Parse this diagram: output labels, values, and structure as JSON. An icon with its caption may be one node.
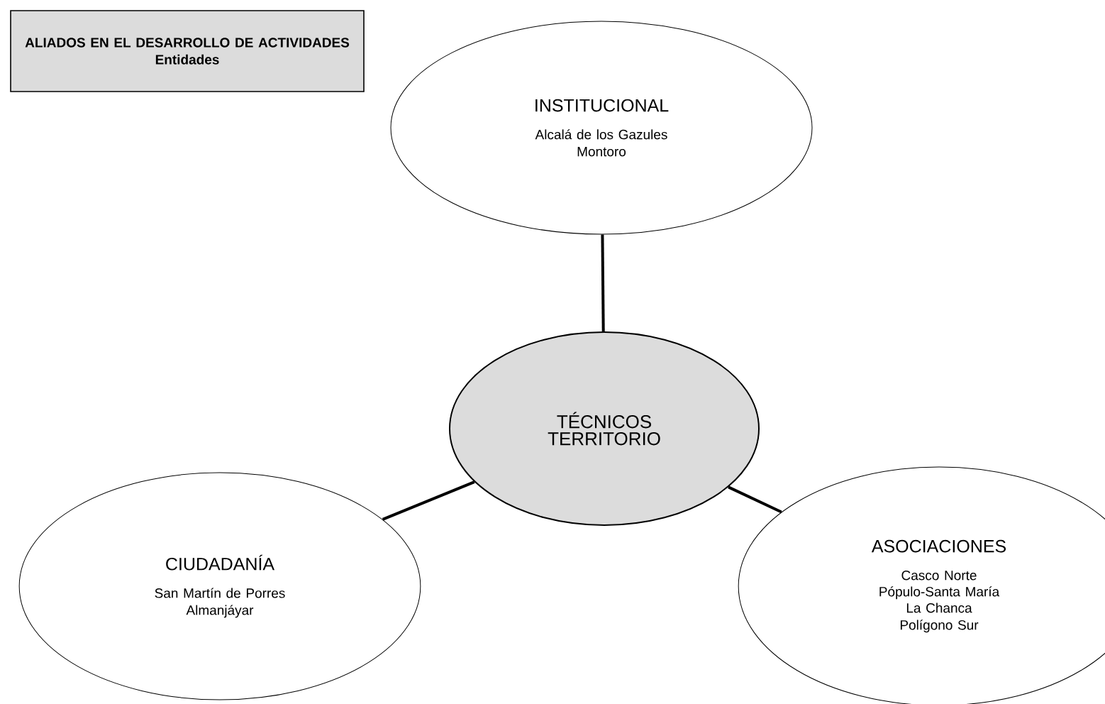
{
  "diagram": {
    "nodes": [
      {
        "text": [
          "ALIADOS EN EL DESARROLLO DE ACTIVIDADES",
          "Entidades"
        ]
      },
      {
        "text": [
          "INSTITUCIONAL",
          "Alcalá de los Gazules",
          "Montoro"
        ]
      },
      {
        "text": [
          "TÉCNICOS TERRITORIO"
        ]
      },
      {
        "text": [
          "CIUDADANÍA",
          "San Martín de Porres",
          "Almanjáyar"
        ]
      },
      {
        "text": [
          "ASOCIACIONES",
          "Casco Norte",
          "Pópulo-Santa María",
          "La Chanca",
          "Polígono Sur"
        ]
      }
    ],
    "edges": [
      {
        "from": 2,
        "to": 1,
        "arrow": "none"
      },
      {
        "from": 2,
        "to": 3,
        "arrow": "none"
      },
      {
        "from": 2,
        "to": 4,
        "arrow": "none"
      }
    ]
  }
}
